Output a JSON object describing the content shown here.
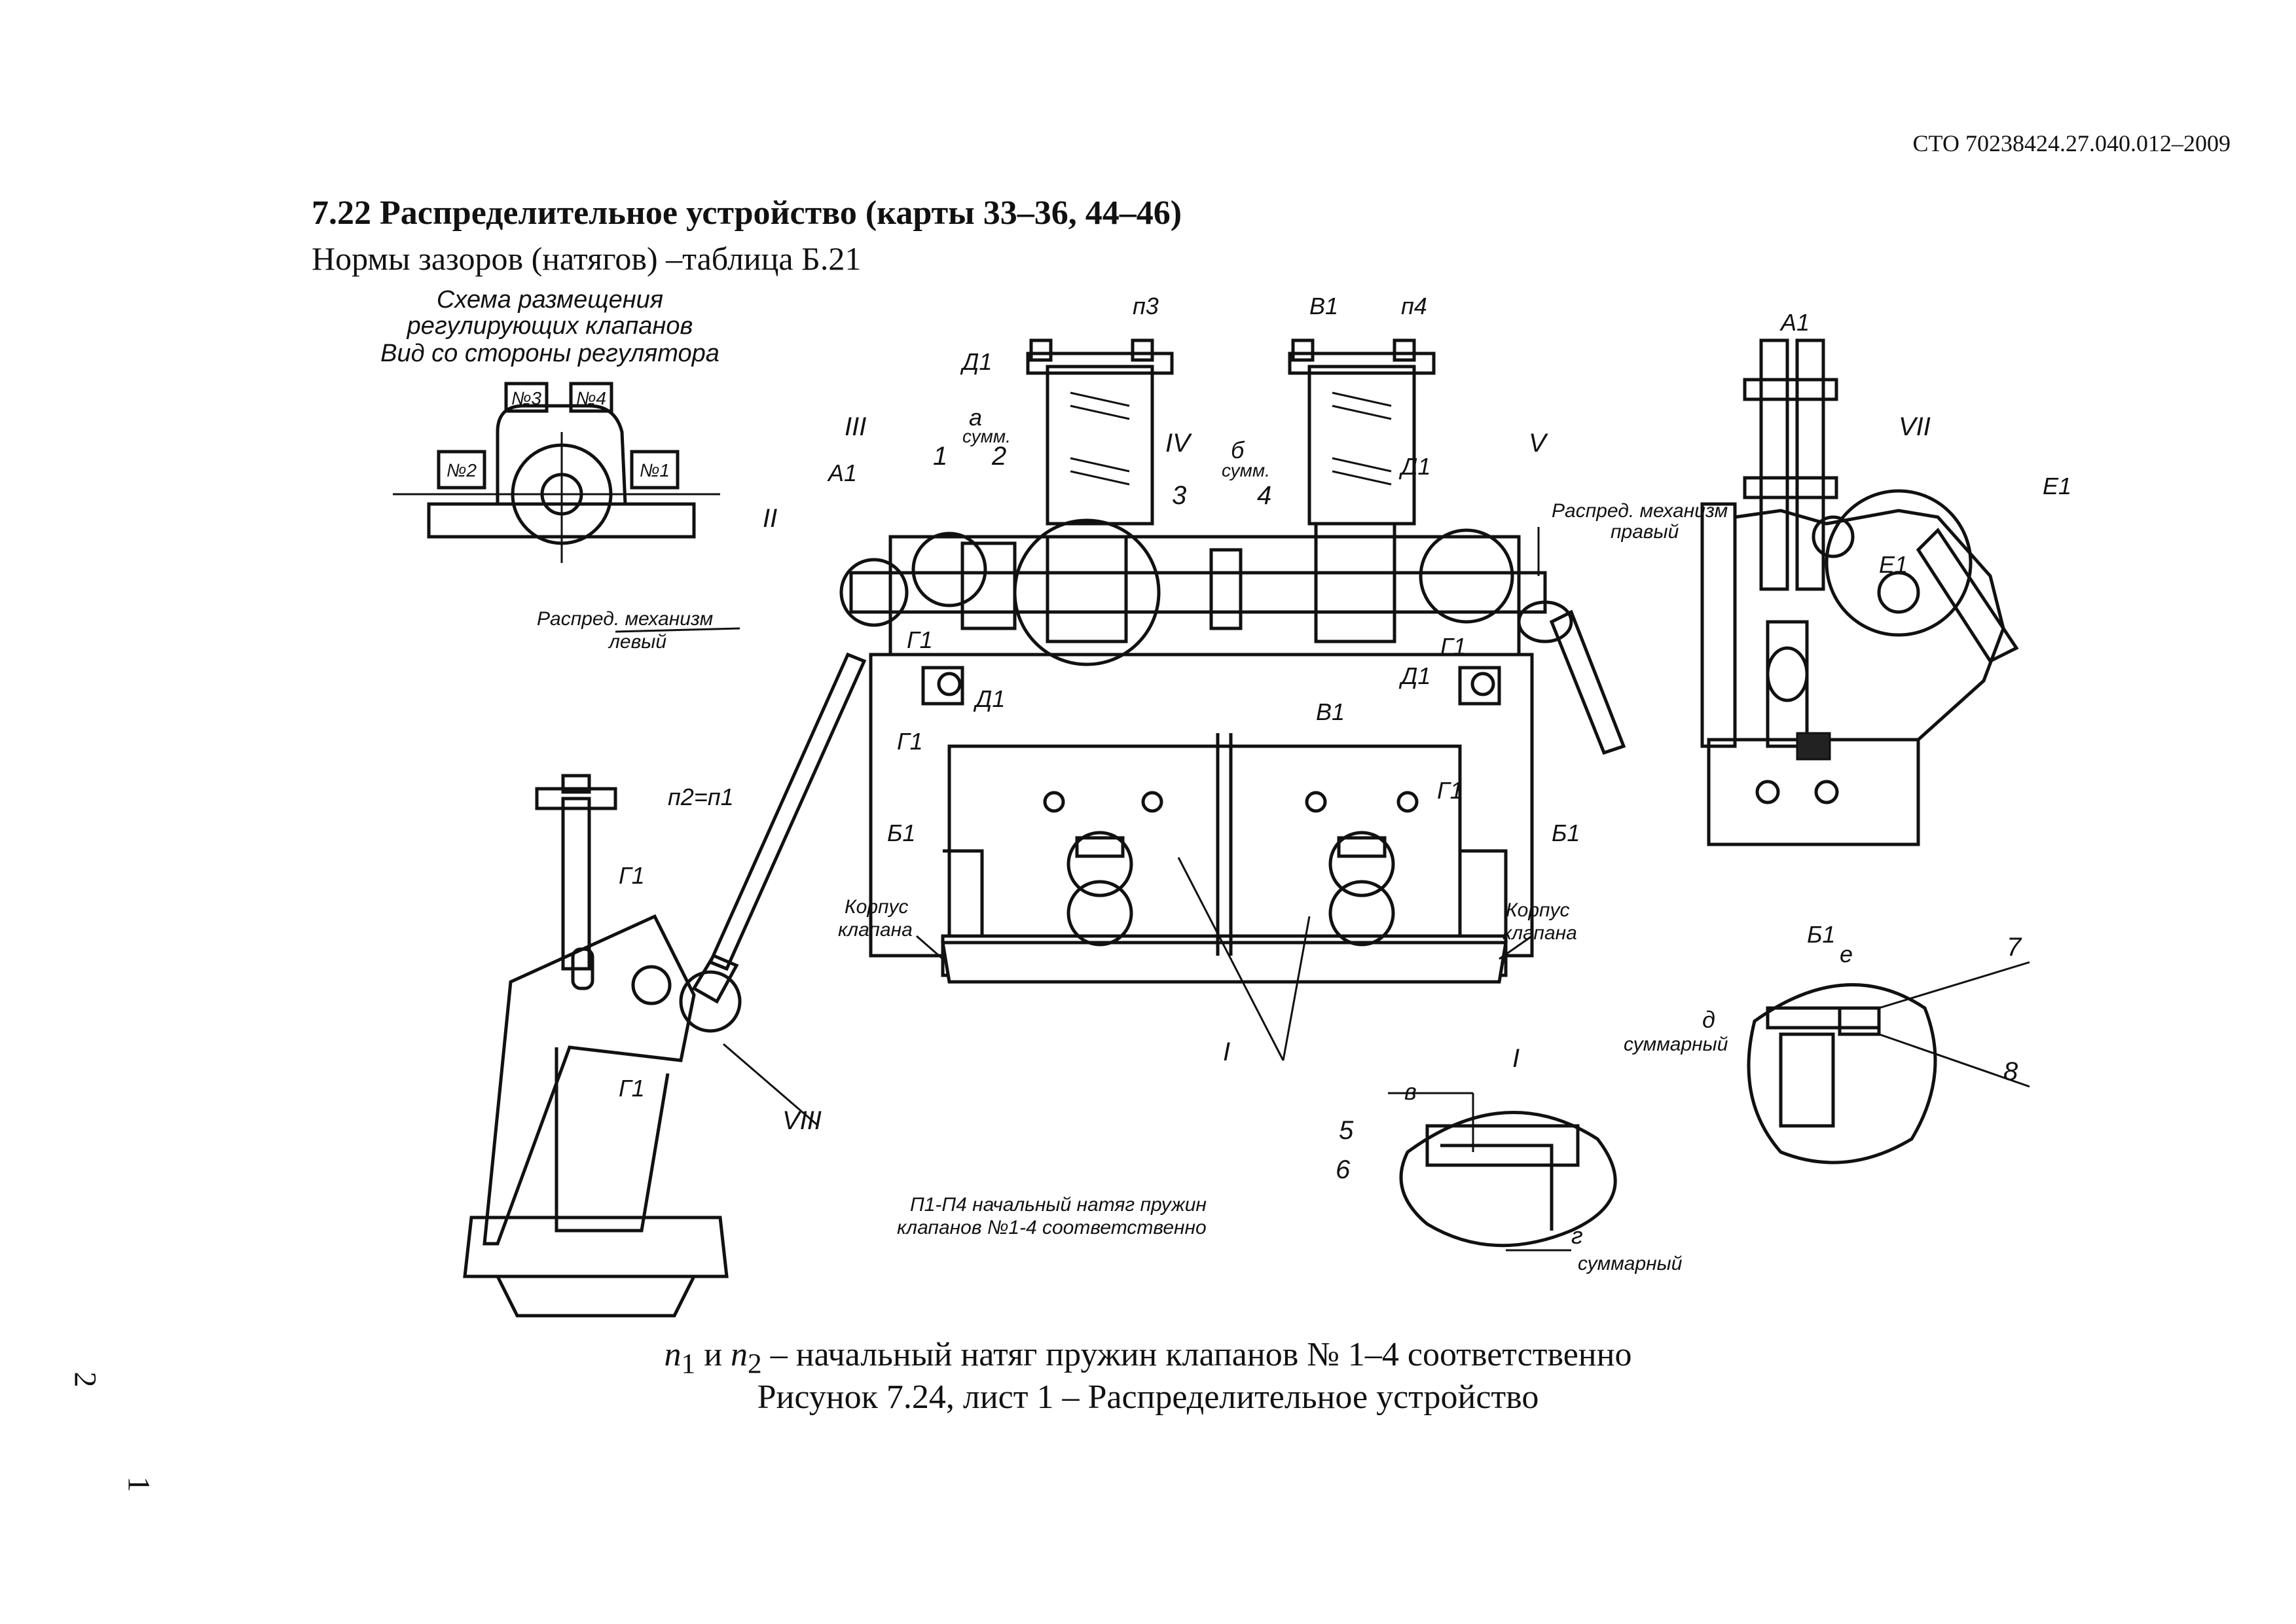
{
  "header": {
    "doc_code": "СТО 70238424.27.040.012–2009"
  },
  "section": {
    "heading": "7.22 Распределительное устройство (карты 33–36, 44–46)",
    "subheading": "Нормы зазоров (натягов) –таблица Б.21"
  },
  "scheme": {
    "title_lines": [
      "Схема размещения",
      "регулирующих клапанов",
      "Вид со стороны регулятора"
    ],
    "valves": [
      "№1",
      "№2",
      "№3",
      "№4"
    ]
  },
  "callouts": {
    "p3": "п3",
    "p4": "п4",
    "p2p1": "п2=п1",
    "a": "а",
    "a_summ": "сумм.",
    "b": "б",
    "b_summ": "сумм.",
    "v": "в",
    "g": "г",
    "g_summ": "суммарный",
    "d": "д",
    "d_summ": "суммарный",
    "e": "е",
    "n1": "1",
    "n2": "2",
    "n3": "3",
    "n4": "4",
    "n5": "5",
    "n6": "6",
    "n7": "7",
    "n8": "8",
    "r_I": "I",
    "r_II": "II",
    "r_III": "III",
    "r_IV": "IV",
    "r_V": "V",
    "r_VII": "VII",
    "r_VIII": "VIII"
  },
  "views": {
    "A1": "А1",
    "B1": "Б1",
    "V1": "В1",
    "G1": "Г1",
    "D1": "Д1",
    "E1": "Е1"
  },
  "labels": {
    "left_mech_1": "Распред. механизм",
    "left_mech_2": "левый",
    "right_mech_1": "Распред. механизм",
    "right_mech_2": "правый",
    "body_1": "Корпус",
    "body_2": "клапана",
    "note_1": "П1-П4 начальный натяг пружин",
    "note_2": "клапанов №1-4 соответственно"
  },
  "caption": {
    "line1_n1": "n",
    "line1_sub1": "1",
    "line1_and": " и ",
    "line1_n2": "n",
    "line1_sub2": "2",
    "line1_rest": " – начальный натяг пружин клапанов № 1–4 соответственно",
    "line2": "Рисунок 7.24, лист 1 – Распределительное устройство"
  },
  "margin": {
    "mark_top": "2",
    "mark_bottom": "1"
  }
}
